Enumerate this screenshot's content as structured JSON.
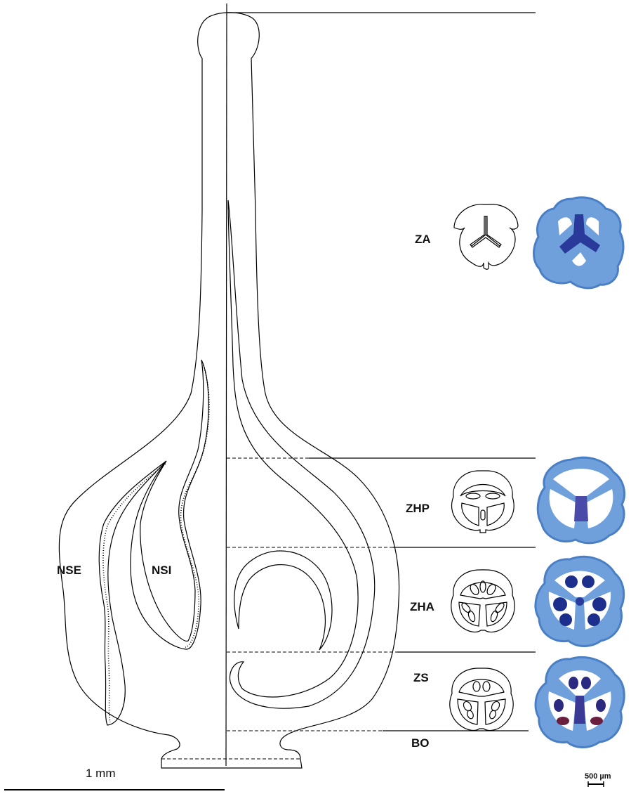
{
  "labels": {
    "nse": "NSE",
    "nsi": "NSI",
    "za": "ZA",
    "zhp": "ZHP",
    "zha": "ZHA",
    "zs": "ZS",
    "bo": "BO"
  },
  "scale_bars": {
    "drawing": "1 mm",
    "micrograph": "500 µm"
  },
  "colors": {
    "line": "#000000",
    "stain_light": "#6fa0dc",
    "stain_dark": "#2a3a9a",
    "ovule": "#1c2f8c",
    "ovule_core": "#6a1f3f"
  }
}
